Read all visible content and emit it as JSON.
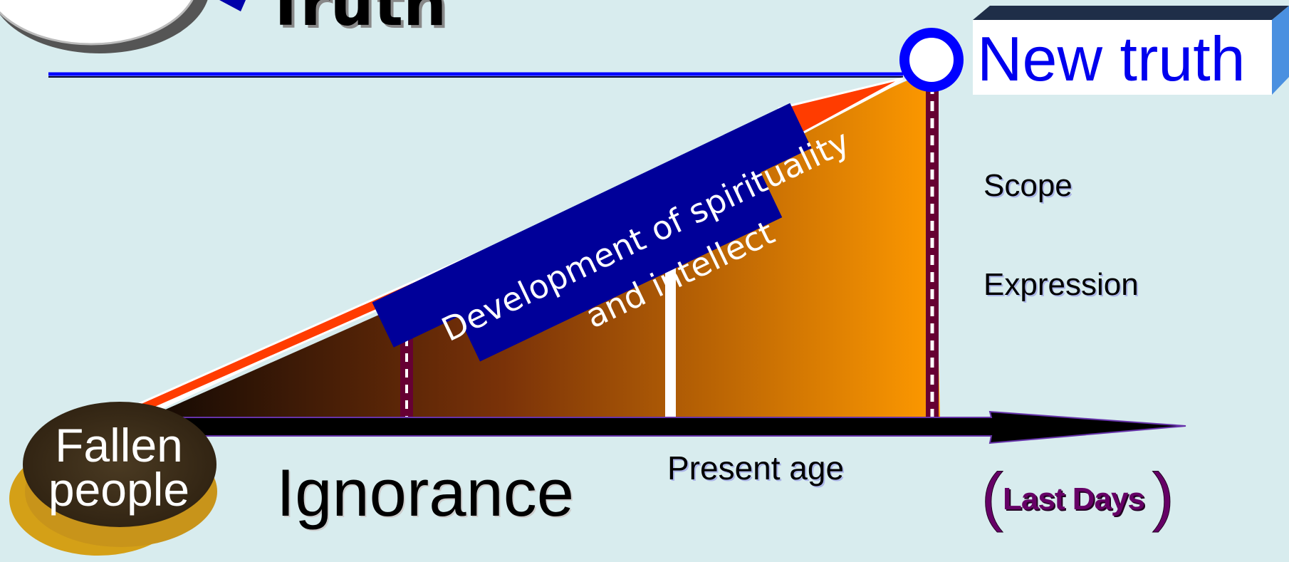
{
  "title_partial": "Truth",
  "new_truth_label": "New truth",
  "scope_label": "Scope",
  "expression_label": "Expression",
  "development_line1": "Development of spirituality",
  "development_line2": "and intellect",
  "fallen_label_line1": "Fallen",
  "fallen_label_line2": "people",
  "ignorance_label": "Ignorance",
  "present_age_label": "Present age",
  "last_days_label": "Last Days",
  "colors": {
    "background": "#d8ecee",
    "truth_line": "#0000ff",
    "rising_arrow": "#ff3c00",
    "banner": "#000099",
    "gradient_start": "#1a0d05",
    "gradient_end": "#ff9a00",
    "dashed_markers": "#660033",
    "last_days": "#660066"
  }
}
